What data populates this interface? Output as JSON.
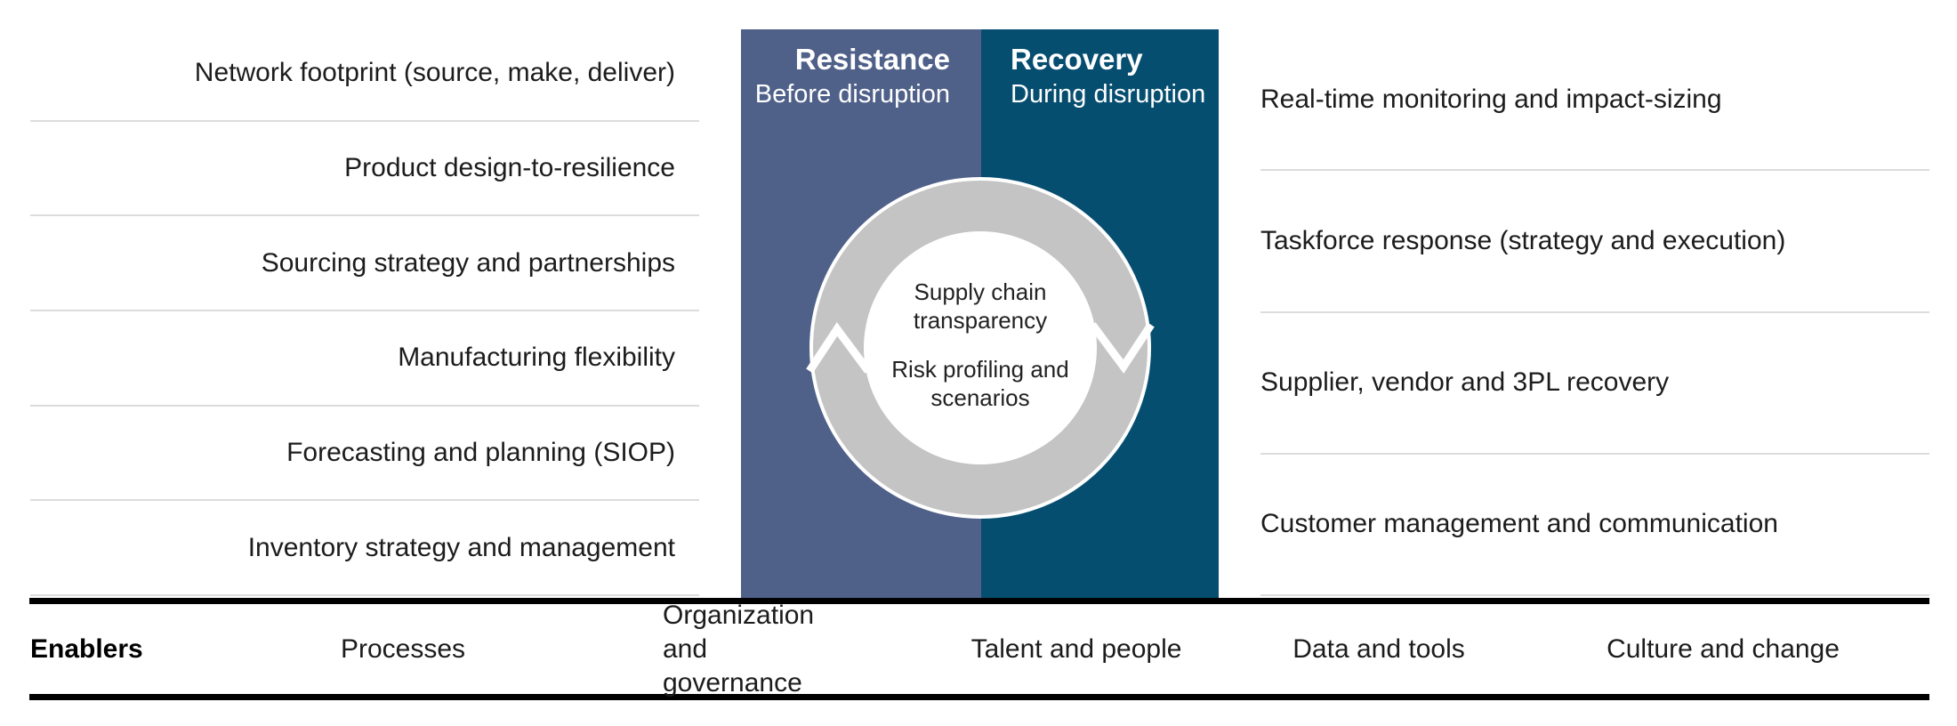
{
  "left_column": {
    "items": [
      "Network footprint (source, make, deliver)",
      "Product design-to-resilience",
      "Sourcing strategy and partnerships",
      "Manufacturing flexibility",
      "Forecasting and planning (SIOP)",
      "Inventory strategy and management"
    ]
  },
  "panels": {
    "resistance": {
      "title": "Resistance",
      "subtitle": "Before disruption",
      "color": "#4f6089"
    },
    "recovery": {
      "title": "Recovery",
      "subtitle": "During disruption",
      "color": "#064e70"
    }
  },
  "center_circle": {
    "ring_color": "#c4c4c4",
    "items": [
      "Supply chain transparency",
      "Risk profiling and scenarios"
    ]
  },
  "right_column": {
    "items": [
      "Real-time monitoring and impact-sizing",
      "Taskforce response (strategy and execution)",
      "Supplier, vendor and 3PL recovery",
      "Customer management and communication"
    ]
  },
  "enablers": {
    "label": "Enablers",
    "items": [
      "Processes",
      "Organization and governance",
      "Talent and people",
      "Data and tools",
      "Culture and change"
    ]
  }
}
